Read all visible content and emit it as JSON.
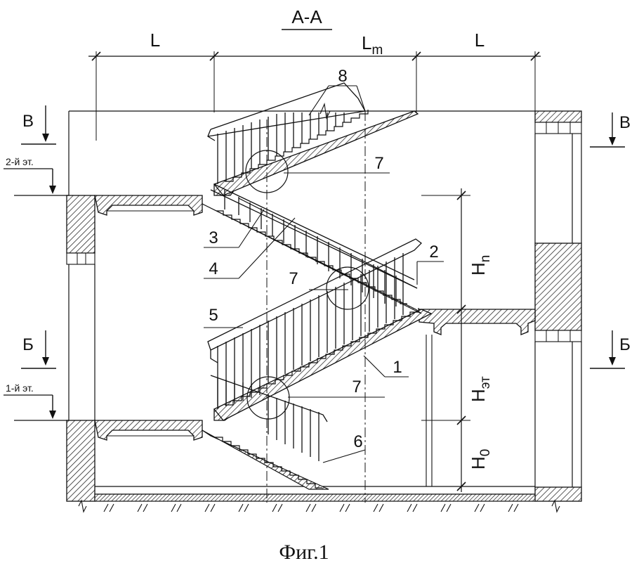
{
  "section_title": "А-А",
  "dimensions": {
    "left": "L",
    "middle_base": "L",
    "middle_sub": "m",
    "right": "L"
  },
  "section_marks": {
    "upper": "В",
    "lower": "Б"
  },
  "floors": {
    "second": "2-й эт.",
    "first": "1-й эт."
  },
  "heights": {
    "hn_base": "H",
    "hn_sub": "n",
    "het_base": "H",
    "het_sub": "эт",
    "h0_base": "H",
    "h0_sub": "0"
  },
  "callouts": {
    "c8": "8",
    "c7_top": "7",
    "c3": "3",
    "c2": "2",
    "c4": "4",
    "c7_mid": "7",
    "c5": "5",
    "c1": "1",
    "c7_bot": "7",
    "c6": "6"
  },
  "caption": "Фиг.1"
}
